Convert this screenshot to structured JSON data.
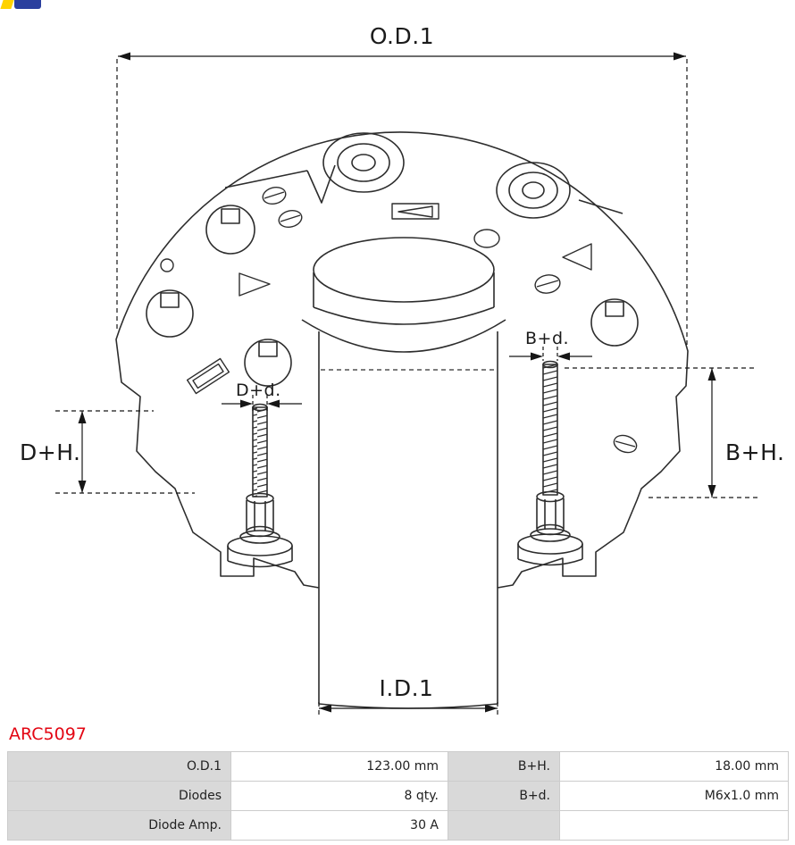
{
  "drawing": {
    "dimension_labels": {
      "od1": "O.D.1",
      "id1": "I.D.1",
      "dplus_h": "D+H.",
      "bplus_h": "B+H.",
      "dplus_d": "D+d.",
      "bplus_d": "B+d."
    }
  },
  "part_number": "ARC5097",
  "colors": {
    "part_number_red": "#e30613",
    "table_label_bg": "#d9d9d9",
    "table_border": "#cccccc",
    "drawing_stroke": "#2d2d2d"
  },
  "specs_table": {
    "rows": [
      [
        "O.D.1",
        "123.00 mm",
        "B+H.",
        "18.00 mm"
      ],
      [
        "Diodes",
        "8 qty.",
        "B+d.",
        "M6x1.0 mm"
      ],
      [
        "Diode Amp.",
        "30 A",
        "",
        ""
      ]
    ]
  }
}
